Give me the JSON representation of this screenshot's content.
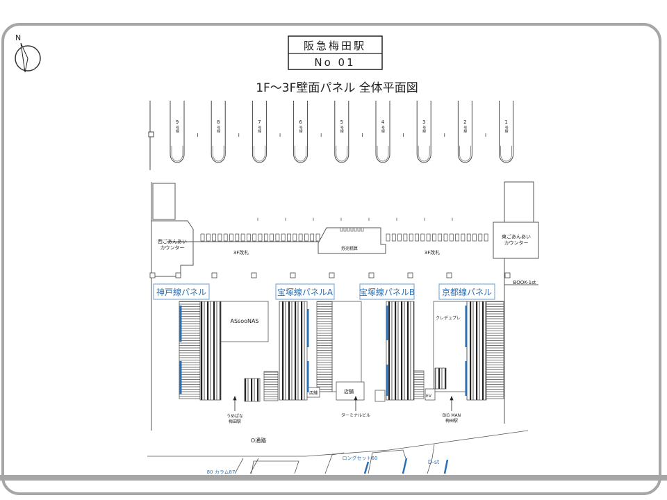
{
  "header": {
    "station_name": "阪急梅田駅",
    "number": "No 01",
    "title": "1F～3F壁面パネル 全体平面図",
    "compass_label": "N"
  },
  "tracks": [
    {
      "num": "9",
      "label": "号線"
    },
    {
      "num": "8",
      "label": "号線"
    },
    {
      "num": "7",
      "label": "号線"
    },
    {
      "num": "6",
      "label": "号線"
    },
    {
      "num": "5",
      "label": "号線"
    },
    {
      "num": "4",
      "label": "号線"
    },
    {
      "num": "3",
      "label": "号線"
    },
    {
      "num": "2",
      "label": "号線"
    },
    {
      "num": "1",
      "label": "号線"
    }
  ],
  "areas": {
    "west_counter": [
      "西ごあんあい",
      "カウンター"
    ],
    "east_counter": [
      "東ごあんあい",
      "カウンター"
    ],
    "gate_west": "3F改札",
    "gate_east": "3F改札",
    "center_office": "券売精算",
    "book_store": "BOOK-1st",
    "shop_left": "ASsooNAS",
    "shop_right": "クレデュプレ",
    "shop_small": "店舗",
    "shop_center": "店舗",
    "ev": "EV",
    "passage": "O通路"
  },
  "panels": [
    {
      "label": "神戸線パネル"
    },
    {
      "label": "宝塚線パネルA"
    },
    {
      "label": "宝塚線パネルB"
    },
    {
      "label": "京都線パネル"
    }
  ],
  "exits": {
    "left": [
      "うめぱな",
      "梅田駅"
    ],
    "center": "ターミナルビル",
    "right": [
      "BIG MAN",
      "梅田駅"
    ]
  },
  "lower": {
    "column": "80 カラム87",
    "long_set": "ロングセット60",
    "dst": "D-st"
  },
  "colors": {
    "panel_blue": "#2a6fb5",
    "frame": "#a6a6a6"
  }
}
